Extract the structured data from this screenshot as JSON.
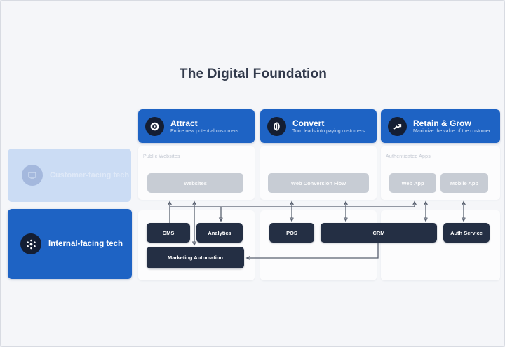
{
  "title": "The Digital Foundation",
  "stages": [
    {
      "label": "Attract",
      "description": "Entice new potential customers",
      "icon": "attract-target-icon"
    },
    {
      "label": "Convert",
      "description": "Turn leads into paying customers",
      "icon": "convert-coin-icon"
    },
    {
      "label": "Retain & Grow",
      "description": "Maximize the value of the customer",
      "icon": "retain-growth-icon"
    }
  ],
  "rows": [
    {
      "label": "Customer-facing tech",
      "icon": "screen-icon",
      "state": "faded"
    },
    {
      "label": "Internal-facing tech",
      "icon": "hub-icon",
      "state": "active"
    }
  ],
  "customer_layer": {
    "public_websites_label": "Public Websites",
    "authenticated_apps_label": "Authenticated Apps",
    "boxes": {
      "websites": "Websites",
      "web_conversion_flow": "Web Conversion Flow",
      "web_app": "Web App",
      "mobile_app": "Mobile App"
    }
  },
  "internal_layer": {
    "boxes": {
      "cms": "CMS",
      "analytics": "Analytics",
      "pos": "POS",
      "crm": "CRM",
      "auth_service": "Auth Service",
      "marketing_automation": "Marketing Automation"
    }
  },
  "connections": [
    {
      "from": "CMS",
      "to": "Websites",
      "direction": "up"
    },
    {
      "from": "CMS",
      "to": "Analytics",
      "direction": "down"
    },
    {
      "from": "CMS",
      "to": "Web App",
      "direction": "up"
    },
    {
      "from": "Websites",
      "to": "Marketing Automation",
      "direction": "both"
    },
    {
      "from": "Web Conversion Flow",
      "to": "POS",
      "direction": "both"
    },
    {
      "from": "Web Conversion Flow",
      "to": "CRM",
      "direction": "both"
    },
    {
      "from": "Web App",
      "to": "CRM",
      "direction": "both"
    },
    {
      "from": "Mobile App",
      "to": "Auth Service",
      "direction": "both"
    },
    {
      "from": "CRM",
      "to": "Marketing Automation",
      "direction": "into"
    }
  ],
  "colors": {
    "accent_blue": "#1e63c4",
    "faded_blue": "#cbdcf4",
    "dark_navy": "#242f44",
    "icon_navy": "#141e33",
    "box_gray": "#c7ccd4",
    "card_white": "#fcfcfd",
    "arrow_gray": "#596170",
    "page_bg": "#f5f6f9"
  }
}
